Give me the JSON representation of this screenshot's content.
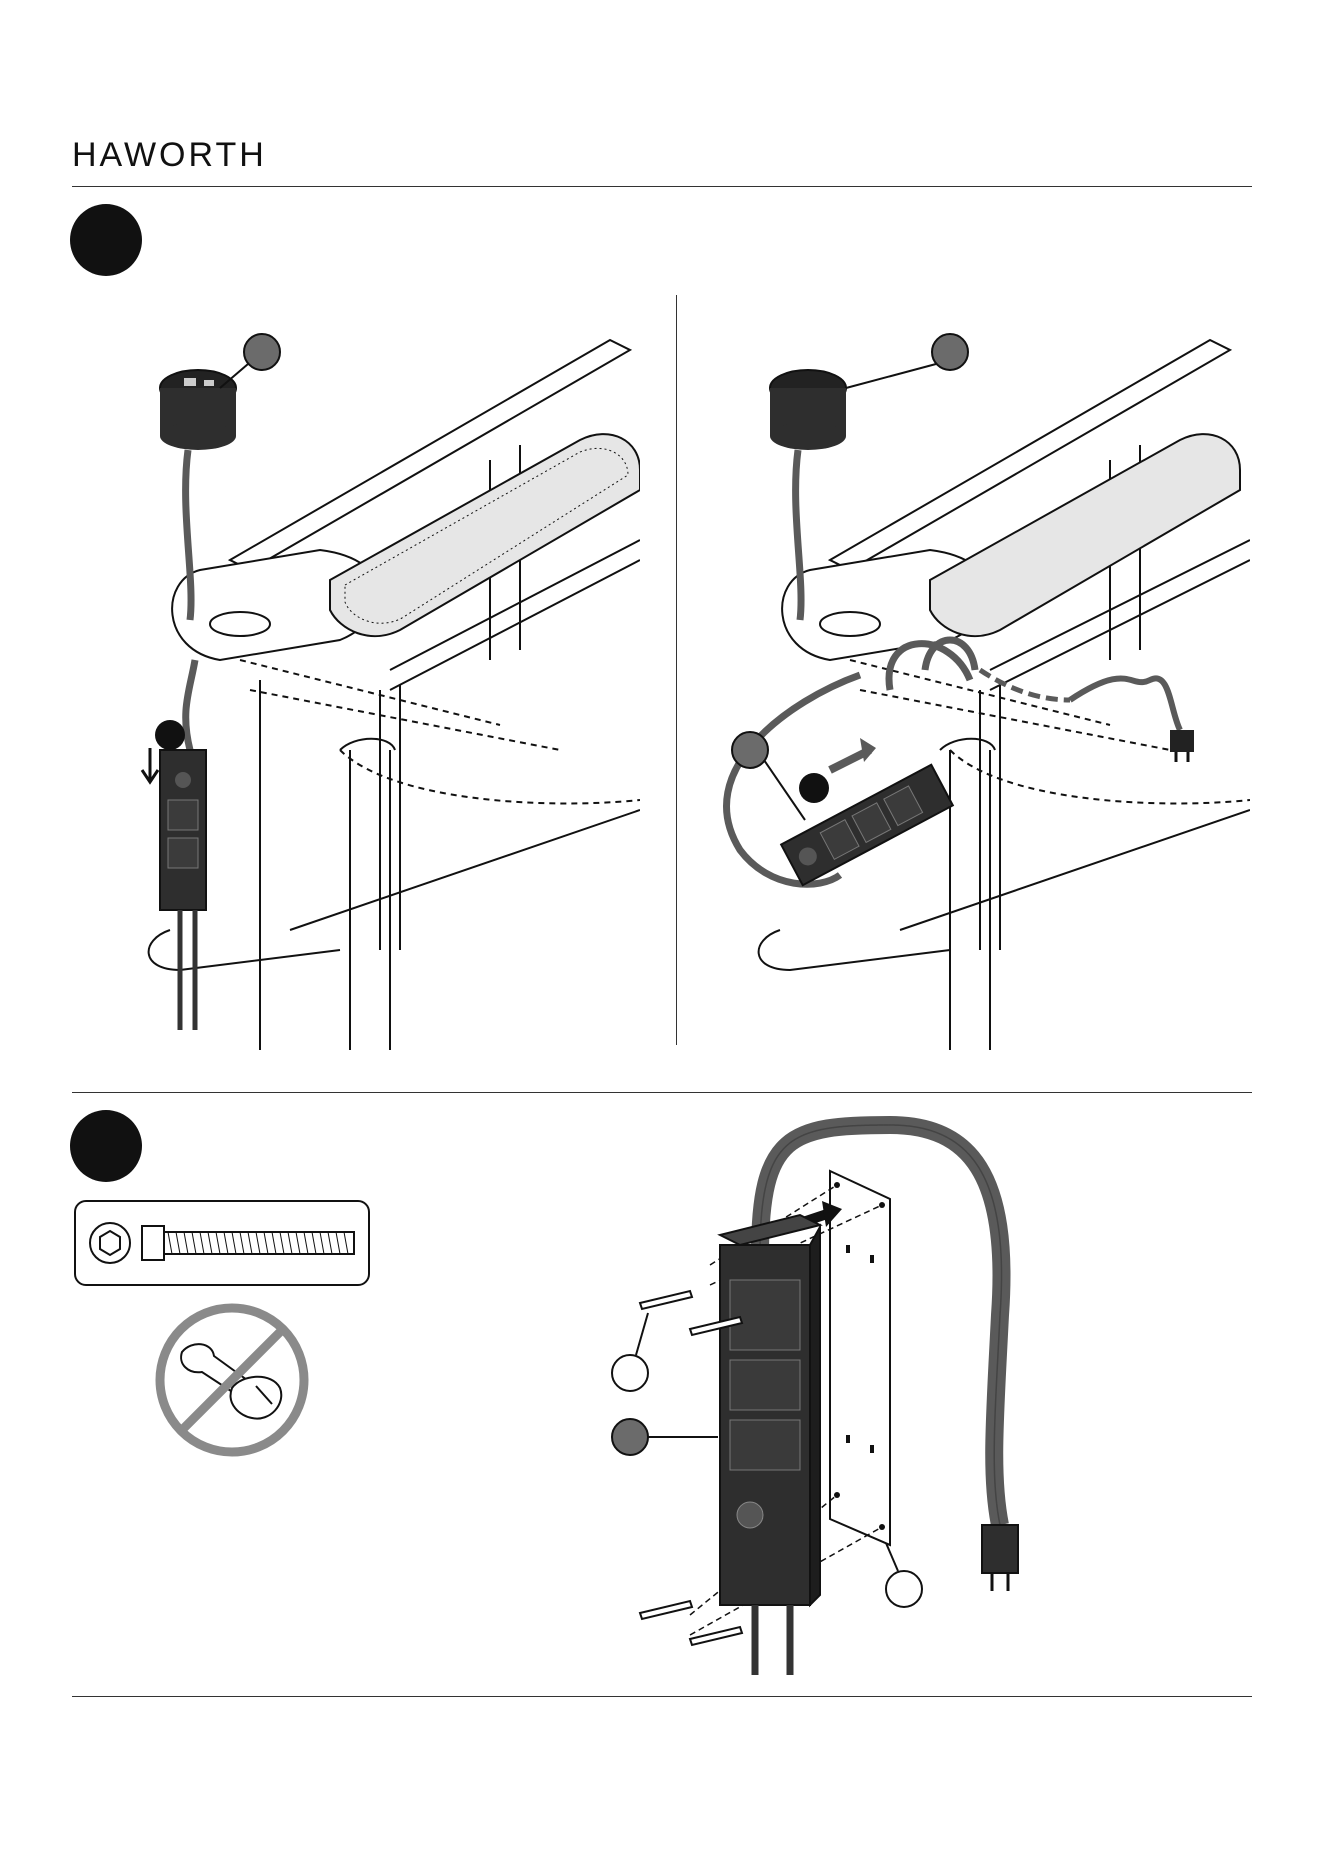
{
  "header": {
    "brand": "HAWORTH"
  },
  "steps": [
    {
      "id": "step-a",
      "panels": [
        "drop-power-module",
        "route-cable"
      ]
    },
    {
      "id": "step-b",
      "tool": "hex-key-screw",
      "prohibited": "power-drill"
    }
  ],
  "colors": {
    "ink": "#111111",
    "module": "#2e2e2e",
    "cable": "#5a5a5a",
    "callout_fill": "#6b6b6b",
    "tray_fill": "#e6e6e6",
    "prohibit_ring": "#8a8a8a"
  },
  "icons": [
    "grommet-power-icon",
    "power-strip-icon",
    "screw-icon",
    "hex-socket-icon",
    "no-drill-icon",
    "plug-icon",
    "arrow-icon"
  ]
}
